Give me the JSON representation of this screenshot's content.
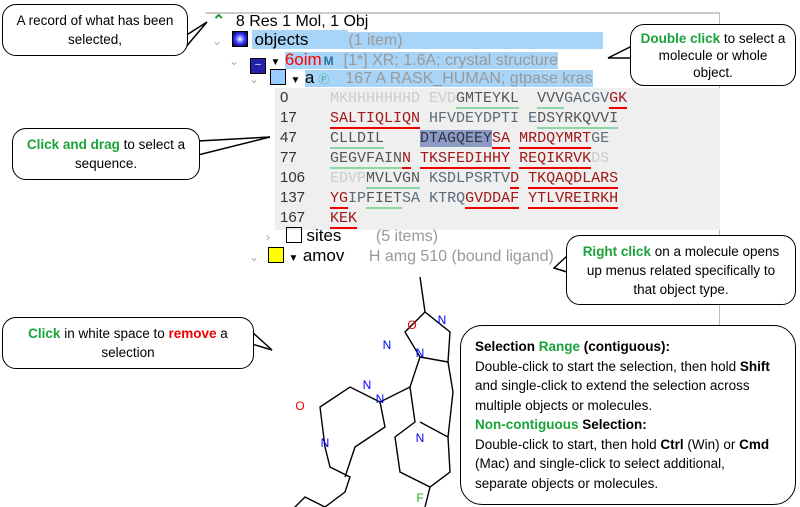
{
  "tree": {
    "summary": "8 Res 1 Mol, 1 Obj",
    "objects": {
      "label": "objects",
      "count": "(1 item)"
    },
    "object": {
      "label": "6oim",
      "desc": "[1*] XR; 1.6A; crystal structure"
    },
    "chain": {
      "label": "a",
      "desc": "167 A RASK_HUMAN; gtpase kras"
    },
    "sites": {
      "label": "sites",
      "count": "(5 items)"
    },
    "ligand": {
      "label": "amov",
      "desc": "H amg 510 (bound ligand)"
    }
  },
  "sequence": [
    {
      "num": "0",
      "segs": [
        [
          "MKHHHHHHHD",
          "lt"
        ],
        [
          " ",
          "x"
        ],
        [
          "EVD",
          "lt"
        ],
        [
          "GMTEYKL",
          "gn"
        ],
        [
          "  ",
          "x"
        ],
        [
          "VVV",
          "gn"
        ],
        [
          "GACGV",
          "gr"
        ],
        [
          "GK",
          "rd"
        ]
      ]
    },
    {
      "num": "17",
      "segs": [
        [
          "SALTIQLIQN",
          "rd"
        ],
        [
          " ",
          "x"
        ],
        [
          "HFVDEYDPTI",
          "gr"
        ],
        [
          " ",
          "x"
        ],
        [
          "E",
          "gr"
        ],
        [
          "DSYRKQVVI",
          "gn"
        ]
      ]
    },
    {
      "num": "47",
      "segs": [
        [
          "CLLDIL",
          "gn"
        ],
        [
          "    ",
          "x"
        ],
        [
          "DTAGQEEY",
          "sel"
        ],
        [
          "SA",
          "rd"
        ],
        [
          " ",
          "x"
        ],
        [
          "MRDQYMRT",
          "rd"
        ],
        [
          "GE",
          "gr"
        ]
      ]
    },
    {
      "num": "77",
      "segs": [
        [
          "GEGVFAIN",
          "gn"
        ],
        [
          "N",
          "rd"
        ],
        [
          " ",
          "x"
        ],
        [
          "TKSFEDIHHY",
          "rd"
        ],
        [
          " ",
          "x"
        ],
        [
          "REQIKRVK",
          "rd"
        ],
        [
          "DS",
          "lt"
        ]
      ]
    },
    {
      "num": "106",
      "segs": [
        [
          "EDVP",
          "lt"
        ],
        [
          "MVLVGN",
          "gn"
        ],
        [
          " ",
          "x"
        ],
        [
          "KSDLPSRTV",
          "gr"
        ],
        [
          "D",
          "rd"
        ],
        [
          " ",
          "x"
        ],
        [
          "TKQAQDLARS",
          "rd"
        ]
      ]
    },
    {
      "num": "137",
      "segs": [
        [
          "YG",
          "rd"
        ],
        [
          "IP",
          "gr"
        ],
        [
          "FIET",
          "gn"
        ],
        [
          "SA",
          "gr"
        ],
        [
          " ",
          "x"
        ],
        [
          "KTRQ",
          "gr"
        ],
        [
          "GVDDAF",
          "rd"
        ],
        [
          " ",
          "x"
        ],
        [
          "YTLVREIRKH",
          "rd"
        ]
      ]
    },
    {
      "num": "167",
      "segs": [
        [
          "KEK",
          "rd"
        ]
      ]
    }
  ],
  "callouts": {
    "record": "A record of what has been selected,",
    "double_strong": "Double click",
    "double_rest": " to select a molecule or whole object.",
    "drag_strong": "Click and drag",
    "drag_rest": " to select a sequence.",
    "right_strong": "Right click",
    "right_rest": " on a molecule opens up menus related specifically to that object type.",
    "white_strong": "Click",
    "white_mid": " in white space to ",
    "white_red": "remove",
    "white_end": " a selection",
    "range_b1": "Selection ",
    "range_g": "Range",
    "range_b2": " (contiguous):",
    "range_t1": "Double-click to start the selection, then hold ",
    "range_shift": "Shift",
    "range_t2": " and single-click to extend the selection across multiple objects or molecules.",
    "non_g": "Non-contiguous",
    "non_b": " Selection:",
    "non_t1": "Double-click to start, then hold ",
    "non_ctrl": "Ctrl",
    "non_t2": " (Win) or ",
    "non_cmd": "Cmd",
    "non_t3": " (Mac) and single-click to select additional, separate objects or molecules."
  },
  "molecule": {
    "atoms": [
      "O",
      "N",
      "N",
      "N",
      "N",
      "N",
      "N",
      "O",
      "F"
    ]
  }
}
